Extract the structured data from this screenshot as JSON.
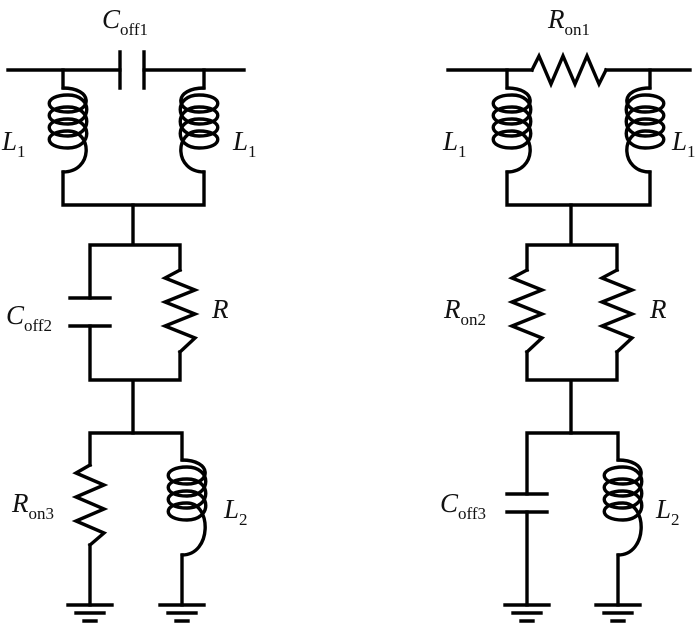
{
  "left_circuit": {
    "c_off1": {
      "main": "C",
      "sub": "off1"
    },
    "l1_left": {
      "main": "L",
      "sub": "1"
    },
    "l1_right": {
      "main": "L",
      "sub": "1"
    },
    "c_off2": {
      "main": "C",
      "sub": "off2"
    },
    "r": {
      "main": "R",
      "sub": ""
    },
    "r_on3": {
      "main": "R",
      "sub": "on3"
    },
    "l2": {
      "main": "L",
      "sub": "2"
    }
  },
  "right_circuit": {
    "r_on1": {
      "main": "R",
      "sub": "on1"
    },
    "l1_left": {
      "main": "L",
      "sub": "1"
    },
    "l1_right": {
      "main": "L",
      "sub": "1"
    },
    "r_on2": {
      "main": "R",
      "sub": "on2"
    },
    "r": {
      "main": "R",
      "sub": ""
    },
    "c_off3": {
      "main": "C",
      "sub": "off3"
    },
    "l2": {
      "main": "L",
      "sub": "2"
    }
  }
}
